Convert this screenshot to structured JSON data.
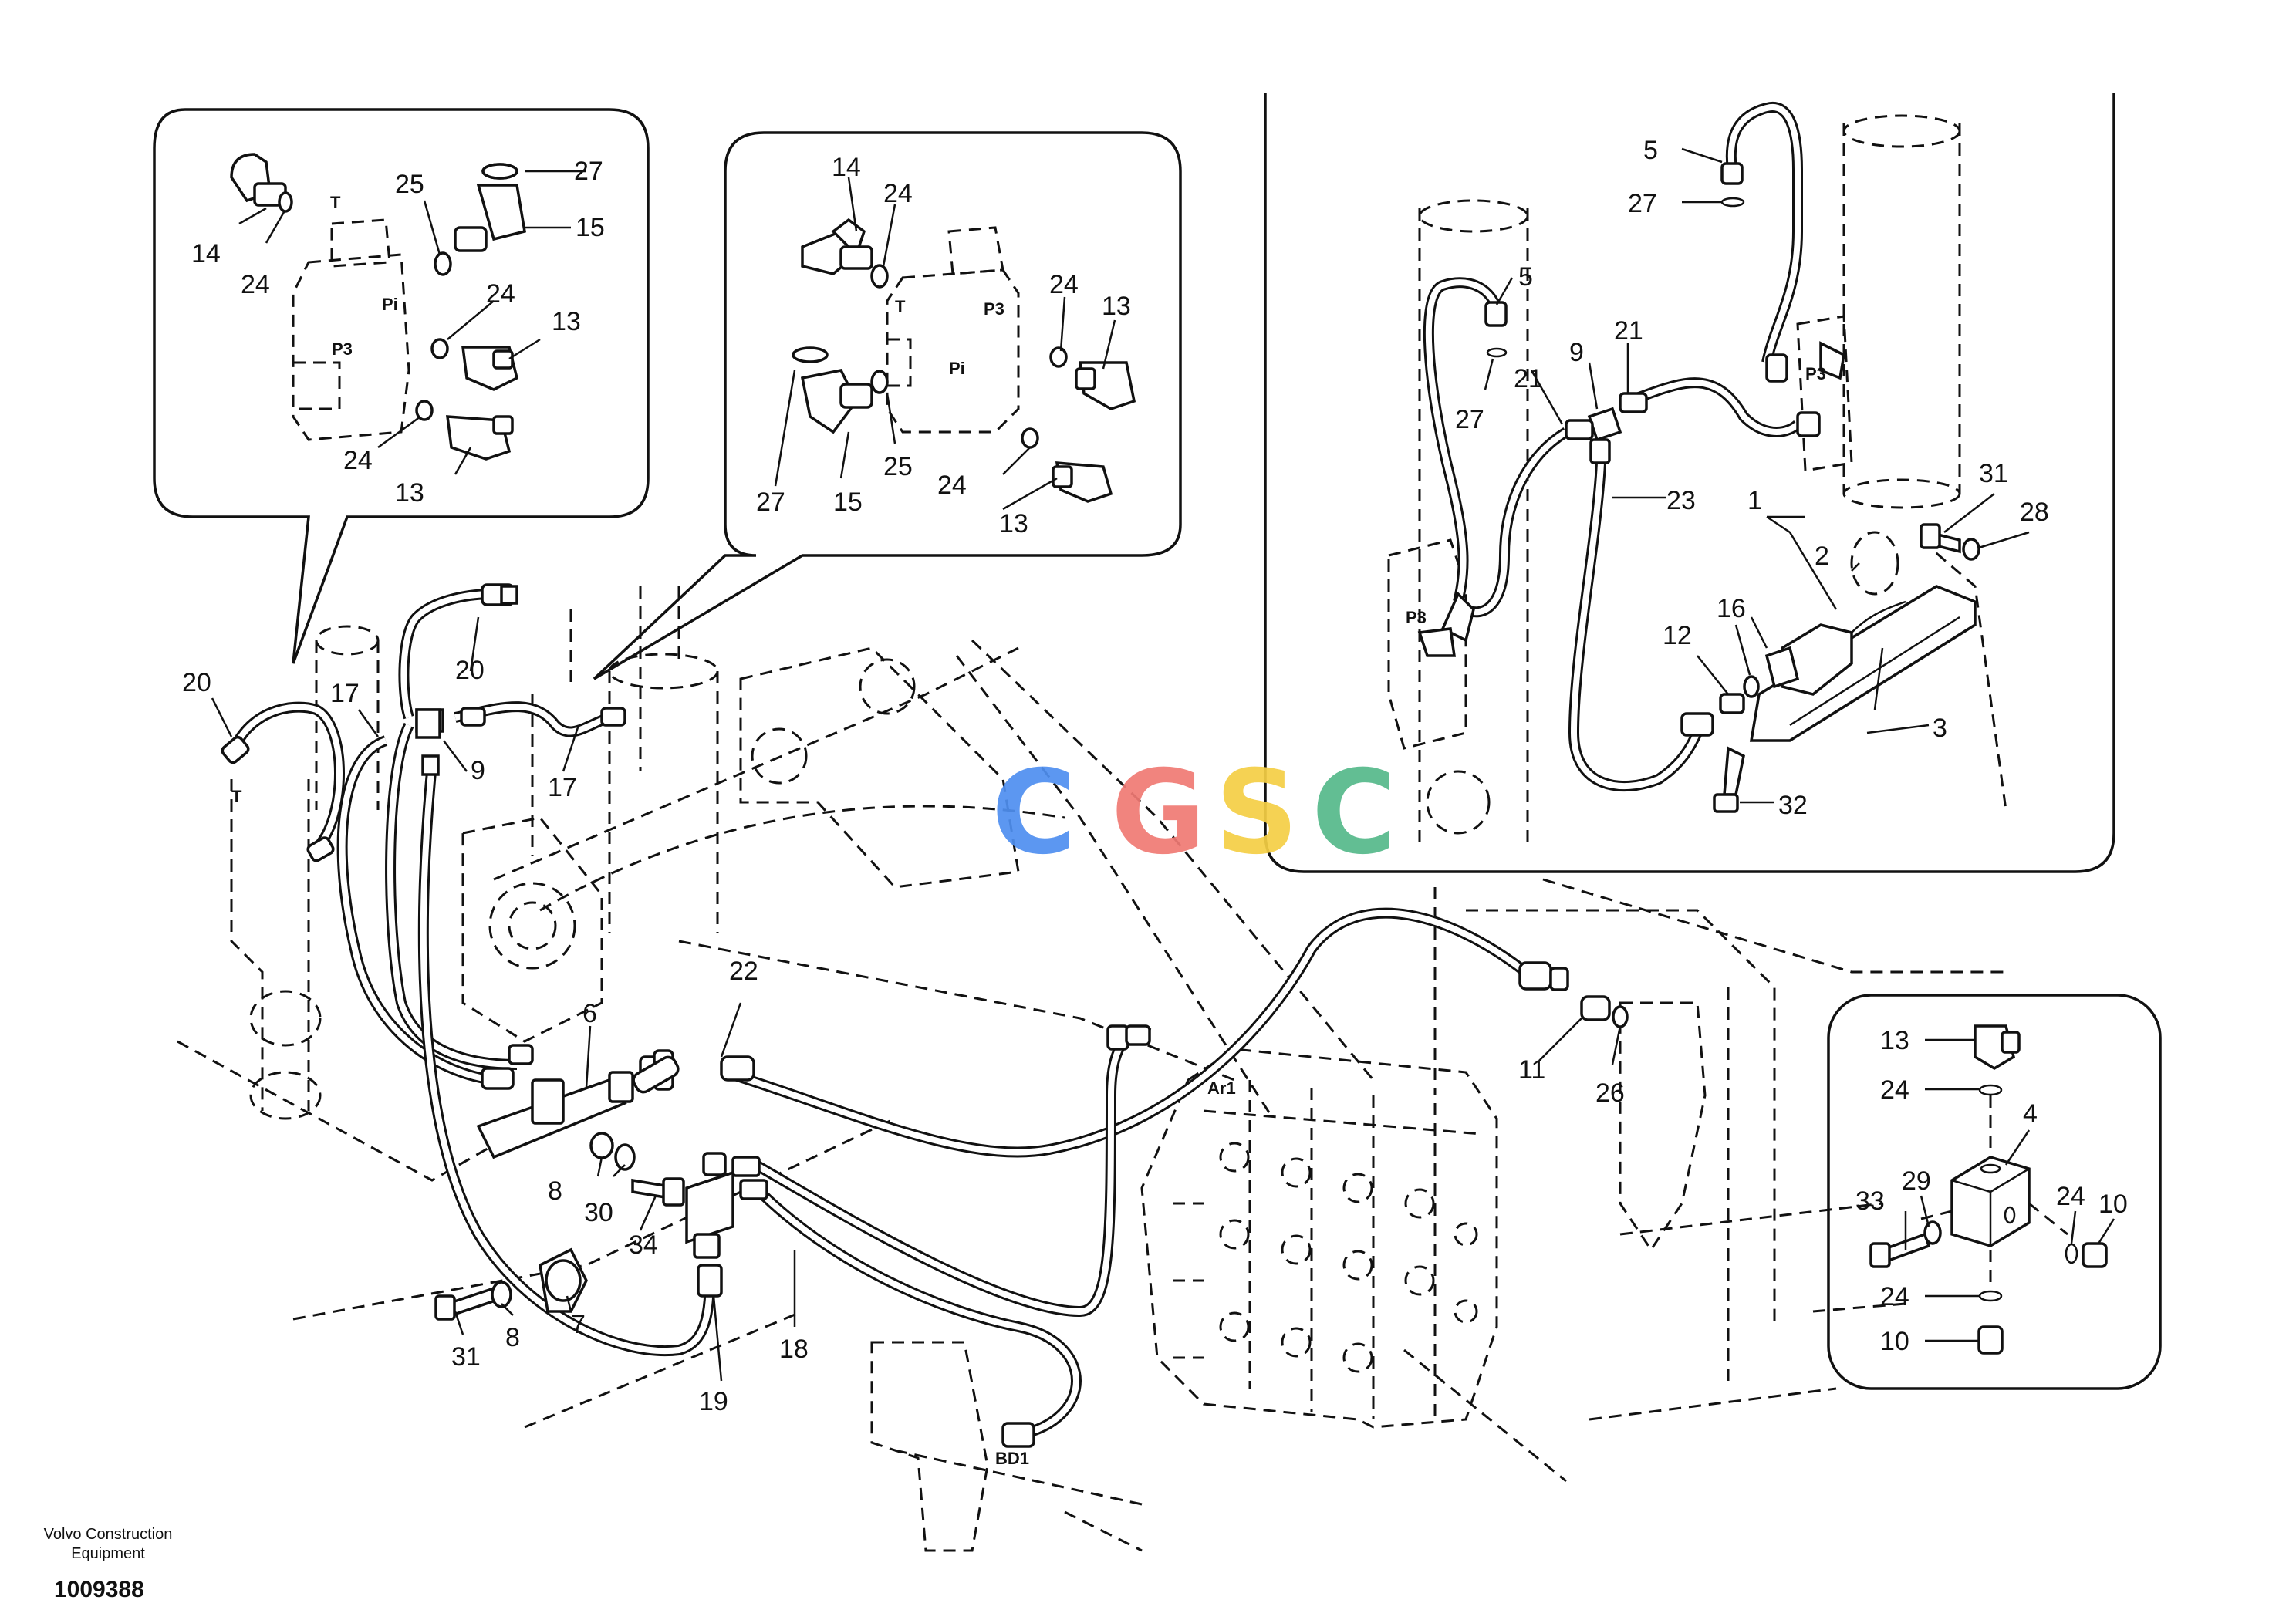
{
  "callouts": {
    "n1": "1",
    "n2": "2",
    "n3": "3",
    "n4": "4",
    "n5": "5",
    "n6": "6",
    "n7": "7",
    "n8": "8",
    "n9": "9",
    "n10": "10",
    "n11": "11",
    "n12": "12",
    "n13": "13",
    "n14": "14",
    "n15": "15",
    "n16": "16",
    "n17": "17",
    "n18": "18",
    "n19": "19",
    "n20": "20",
    "n21": "21",
    "n22": "22",
    "n23": "23",
    "n24": "24",
    "n25": "25",
    "n26": "26",
    "n27": "27",
    "n28": "28",
    "n29": "29",
    "n30": "30",
    "n31": "31",
    "n32": "32",
    "n33": "33",
    "n34": "34"
  },
  "port_tags": {
    "t": "T",
    "pi": "Pi",
    "p3": "P3",
    "ar1": "Ar1",
    "bd1": "BD1"
  },
  "watermark": {
    "letters": [
      "C",
      "G",
      "S",
      "C"
    ],
    "colors": [
      "#4f8ff0",
      "#f07a74",
      "#f5cf45",
      "#55b98a"
    ]
  },
  "footer": {
    "company_line1": "Volvo Construction",
    "company_line2": "Equipment",
    "drawing_number": "1009388"
  }
}
